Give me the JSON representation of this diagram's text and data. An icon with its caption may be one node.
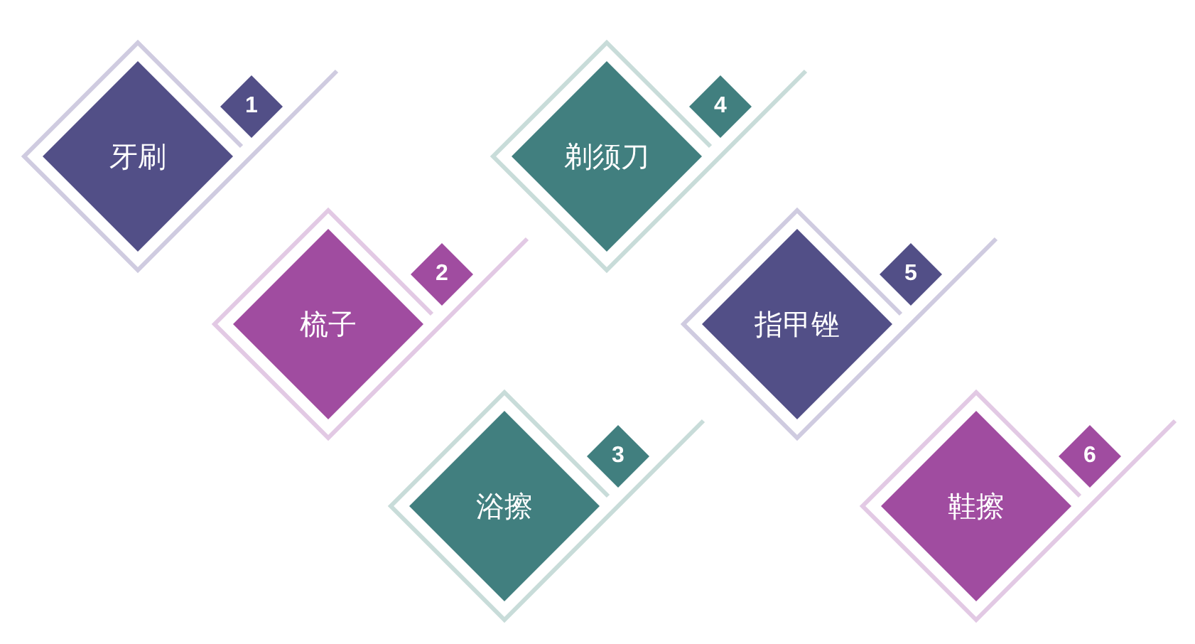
{
  "diagram": {
    "nodes": [
      {
        "text": [
          "牙刷"
        ]
      },
      {
        "text": [
          "1"
        ]
      },
      {
        "text": [
          "梳子"
        ]
      },
      {
        "text": [
          "2"
        ]
      },
      {
        "text": [
          "浴擦"
        ]
      },
      {
        "text": [
          "3"
        ]
      },
      {
        "text": [
          "剃须刀"
        ]
      },
      {
        "text": [
          "4"
        ]
      },
      {
        "text": [
          "指甲锉"
        ]
      },
      {
        "text": [
          "5"
        ]
      },
      {
        "text": [
          "鞋擦"
        ]
      },
      {
        "text": [
          "6"
        ]
      }
    ]
  }
}
